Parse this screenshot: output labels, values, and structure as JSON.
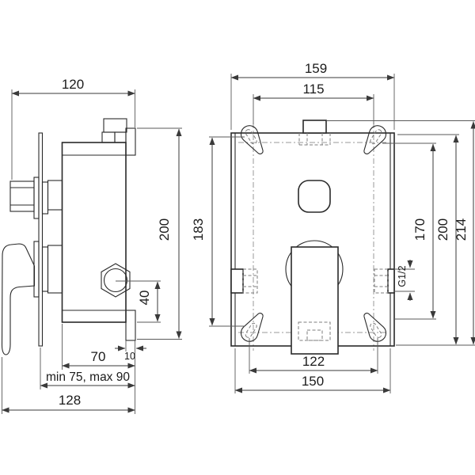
{
  "drawing": {
    "kind": "technical dimension drawing",
    "subject": "concealed shower mixer valve - side view and front (rough-in box) view",
    "units": "mm",
    "side_view": {
      "dim_width": "120",
      "dim_height": "200",
      "dim_outlet_offset": "40",
      "dim_outlet_width": "10",
      "dim_depth_body": "70",
      "dim_depth_range": "min 75, max 90",
      "dim_depth_overall": "128"
    },
    "front_view": {
      "dim_width_overall": "159",
      "dim_screw_spacing_h": "115",
      "dim_screw_slots_v": "183",
      "dim_screw_spacing_v": "170",
      "dim_height": "200",
      "dim_height_overall": "214",
      "thread_label": "G1/2",
      "dim_bottom_spacing": "122",
      "dim_bottom_width": "150"
    }
  }
}
